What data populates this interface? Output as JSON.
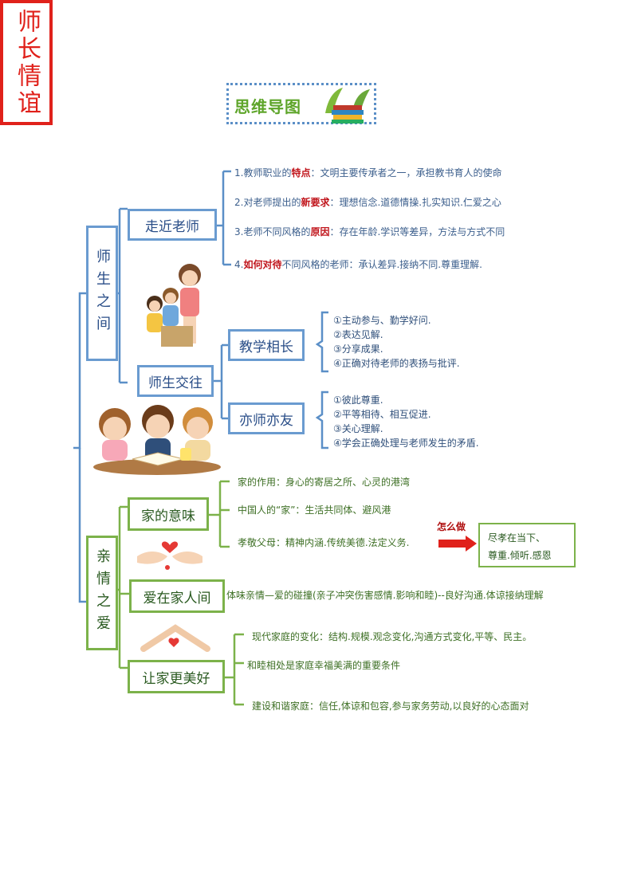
{
  "title": "思维导图",
  "root": "师长情谊",
  "branch1": {
    "label": "师生之间",
    "node1": {
      "label": "走近老师",
      "items": [
        {
          "prefix": "1.教师职业的",
          "key": "特点",
          "suffix": "：文明主要传承者之一，承担教书育人的使命"
        },
        {
          "prefix": "2.对老师提出的",
          "key": "新要求",
          "suffix": "：理想信念.道德情操.扎实知识.仁爱之心"
        },
        {
          "prefix": "3.老师不同风格的",
          "key": "原因",
          "suffix": "：存在年龄.学识等差异，方法与方式不同"
        },
        {
          "prefix": "4.",
          "key": "如何对待",
          "suffix": "不同风格的老师：承认差异.接纳不同.尊重理解."
        }
      ]
    },
    "node2": {
      "label": "师生交往",
      "sub1": {
        "label": "教学相长",
        "items": [
          "①主动参与、勤学好问.",
          "②表达见解.",
          "③分享成果.",
          "④正确对待老师的表扬与批评."
        ]
      },
      "sub2": {
        "label": "亦师亦友",
        "items": [
          "①彼此尊重.",
          "②平等相待、相互促进.",
          "③关心理解.",
          "④学会正确处理与老师发生的矛盾."
        ]
      }
    }
  },
  "branch2": {
    "label": "亲情之爱",
    "node1": {
      "label": "家的意味",
      "items": [
        "家的作用：身心的寄居之所、心灵的港湾",
        "中国人的“家”：生活共同体、避风港",
        "孝敬父母：精神内涵.传统美德.法定义务."
      ],
      "action_label": "怎么做",
      "answer": [
        "尽孝在当下、",
        "尊重.倾听.感恩"
      ]
    },
    "node2": {
      "label": "爱在家人间",
      "item": "体味亲情—爱的碰撞(亲子冲突伤害感情.影响和睦)--良好沟通.体谅接纳理解"
    },
    "node3": {
      "label": "让家更美好",
      "items": [
        "现代家庭的变化：结构.规模.观念变化,沟通方式变化,平等、民主。",
        "和睦相处是家庭幸福美满的重要条件",
        "建设和谐家庭：信任,体谅和包容,参与家务劳动,以良好的心态面对"
      ]
    }
  },
  "colors": {
    "blue_border": "#6a9bd0",
    "green_border": "#7cb24a",
    "root_red": "#e0211b",
    "title_green": "#5ea52a"
  }
}
